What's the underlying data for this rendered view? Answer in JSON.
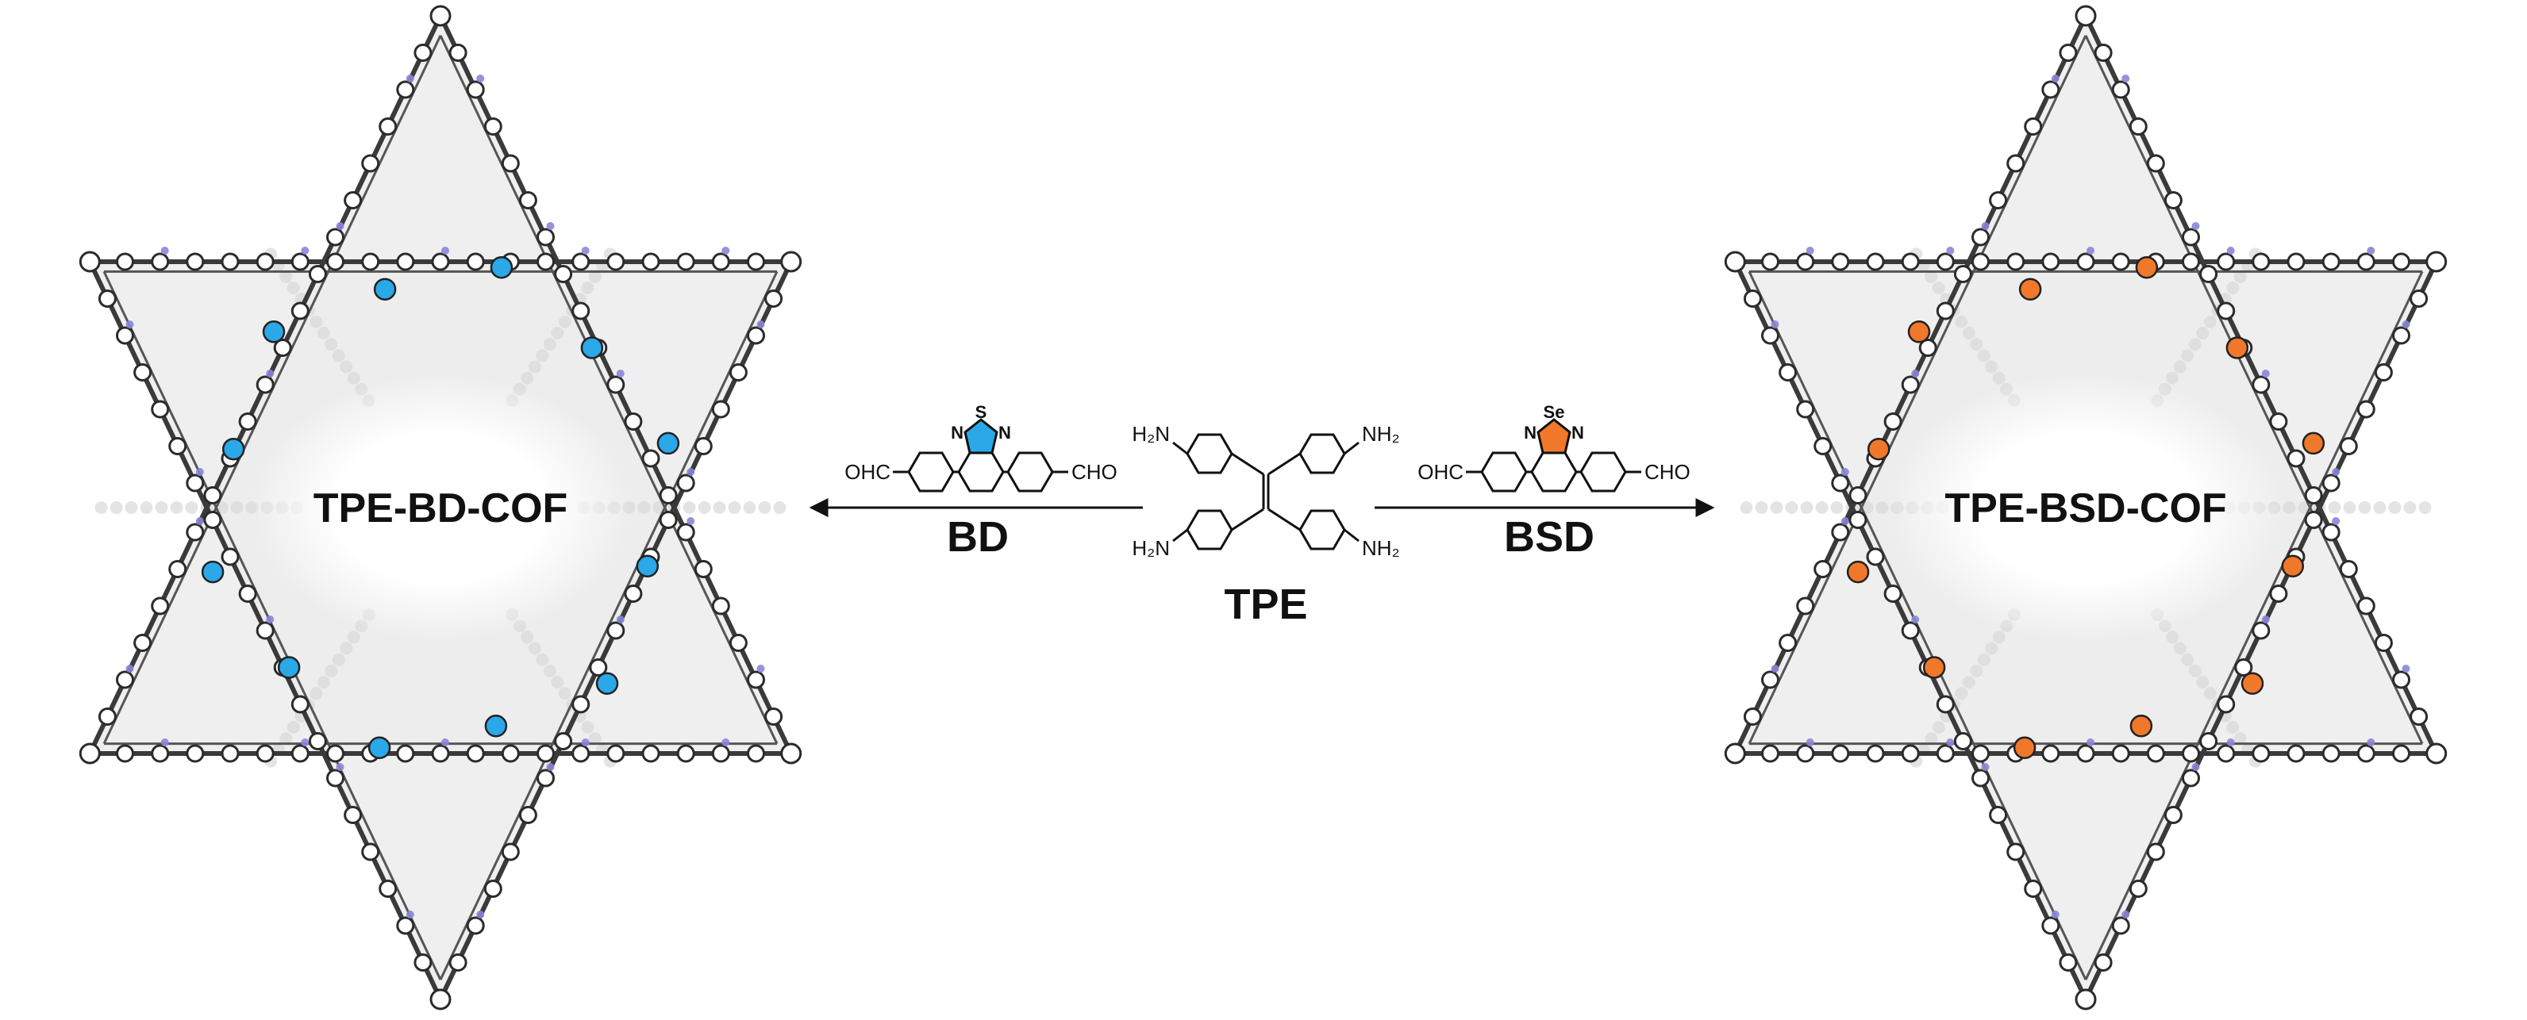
{
  "left_framework": {
    "label": "TPE-BD-COF",
    "accent": "#2aa8e8"
  },
  "right_framework": {
    "label": "TPE-BSD-COF",
    "accent": "#f0782a"
  },
  "center": {
    "tpe": {
      "name": "TPE",
      "amine": "NH₂",
      "amine_left": "H₂N"
    },
    "bd": {
      "name": "BD",
      "aldehyde": "CHO",
      "aldehyde_left": "OHC",
      "heteroatom": "S",
      "nitrogen": "N"
    },
    "bsd": {
      "name": "BSD",
      "aldehyde": "CHO",
      "aldehyde_left": "OHC",
      "heteroatom": "Se",
      "nitrogen": "N"
    }
  },
  "colors": {
    "framework_gray": "#3a3a3a",
    "sphere_light": "#d9d9d9",
    "imine_purple": "#8a86d8",
    "bd_blue": "#2aa8e8",
    "bsd_orange": "#f0782a"
  }
}
